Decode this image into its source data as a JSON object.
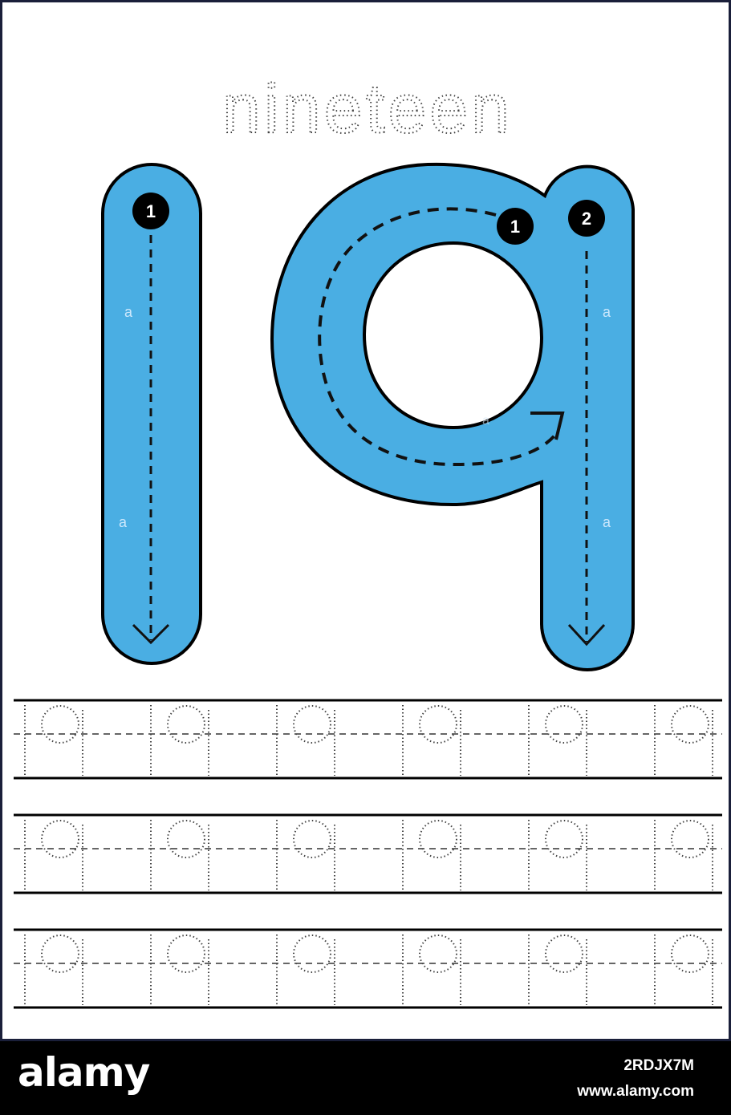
{
  "worksheet": {
    "word": "nineteen",
    "digits": [
      "1",
      "9"
    ],
    "stroke_numbers": {
      "digit_one_start": "1",
      "digit_nine_curve_start": "1",
      "digit_nine_stem_start": "2"
    },
    "practice_rows": 3,
    "repeats_per_row": 6,
    "trace_text": "19",
    "colors": {
      "digit_fill": "#4aaee3",
      "outline": "#000000",
      "guide_dots": "#555555",
      "background": "#ffffff"
    }
  },
  "footer": {
    "logo": "alamy",
    "image_id": "2RDJX7M",
    "website": "www.alamy.com"
  }
}
